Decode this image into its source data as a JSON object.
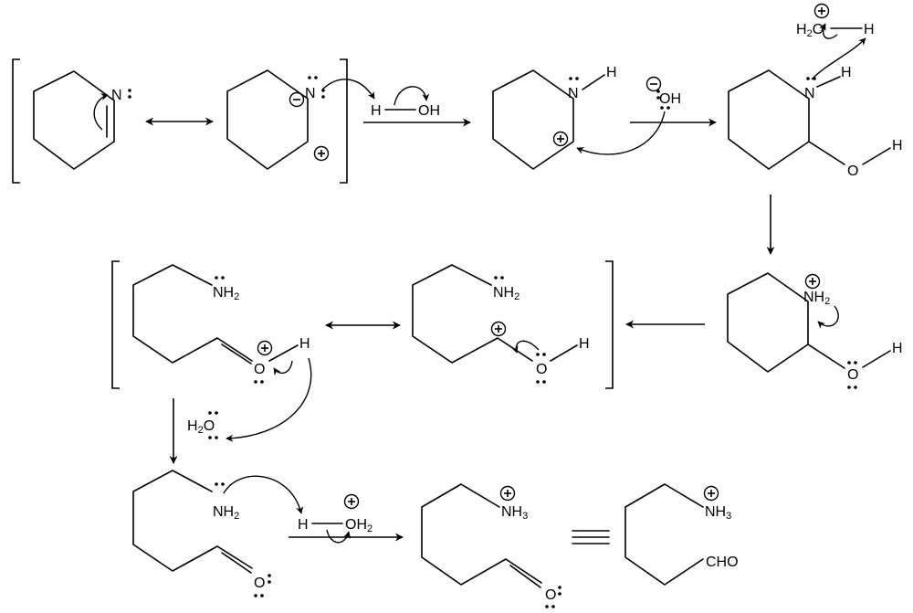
{
  "atoms": {
    "N": "N",
    "NH2_main": "NH",
    "NH2_sub": "2",
    "NH3_main": "NH",
    "NH3_sub": "3",
    "H": "H",
    "O": "O",
    "OH": "OH",
    "H2O_main": "H",
    "H2O_sub": "2",
    "H2O_tail": "O",
    "OH2_main": "OH",
    "OH2_sub": "2",
    "CHO": "CHO"
  },
  "charges": {
    "plus": "+",
    "minus": "−"
  },
  "colors": {
    "ink": "#000000",
    "background": "#ffffff"
  }
}
